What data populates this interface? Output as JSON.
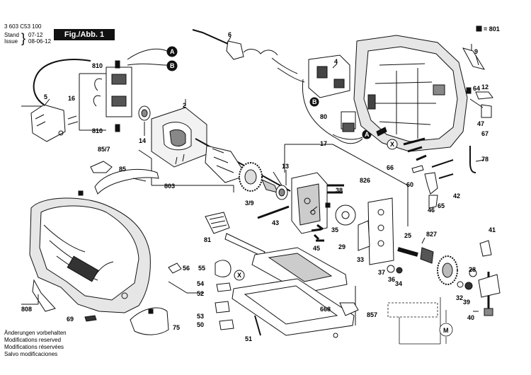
{
  "header": {
    "doc_number": "3 603 C53 100",
    "stand_label": "Stand",
    "stand_value": "07-12",
    "issue_label": "Issue",
    "issue_value": "08-06-12",
    "figure_label": "Fig./Abb. 1",
    "kit_label": "= 801"
  },
  "notes": [
    "Änderungen vorbehalten",
    "Modifications reserved",
    "Modifications réservées",
    "Salvo modificaciones"
  ],
  "callouts": {
    "circle_a": "A",
    "circle_b": "B",
    "circle_x": "X",
    "motor": "M"
  },
  "parts": [
    "2",
    "3/9",
    "4",
    "5",
    "6",
    "9",
    "12",
    "13",
    "14",
    "16",
    "17",
    "25",
    "28",
    "29",
    "32",
    "33",
    "34",
    "35",
    "36",
    "37",
    "38",
    "39",
    "40",
    "41",
    "42",
    "43",
    "45",
    "46",
    "47",
    "50",
    "51",
    "52",
    "53",
    "54",
    "55",
    "56",
    "60",
    "64",
    "65",
    "66",
    "67",
    "69",
    "75",
    "78",
    "80",
    "81",
    "85",
    "85/7",
    "668",
    "803",
    "808",
    "810",
    "826",
    "827",
    "857"
  ],
  "colors": {
    "line": "#111111",
    "housing_fill": "#e6e6e6",
    "dark_fill": "#3a3a3a"
  }
}
